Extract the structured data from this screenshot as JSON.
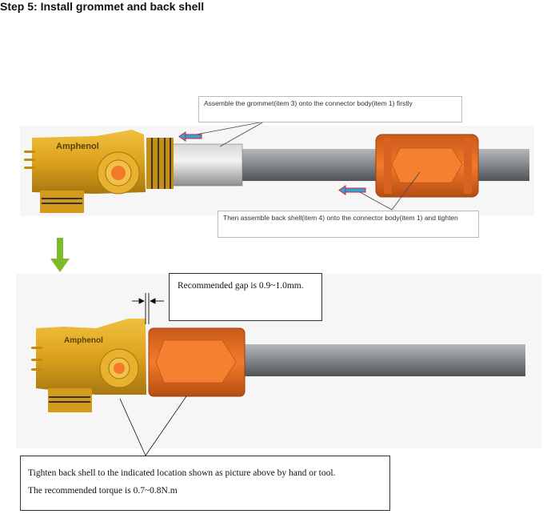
{
  "title": "Step 5: Install grommet and back shell",
  "figure1": {
    "callout_grommet": "Assemble the grommet(item 3) onto the connector body(item 1) firstly",
    "callout_backshell": "Then assemble back shell(item 4) onto the connector body(item 1) and tighten",
    "brand_logo": "Amphenol"
  },
  "figure2": {
    "gap_note": "Recommended gap is 0.9~1.0mm.",
    "tighten_note": "Tighten back shell to the indicated location shown as picture above by hand or tool.",
    "torque_note": "The recommended torque is 0.7~0.8N.m",
    "brand_logo": "Amphenol"
  },
  "colors": {
    "gold": "#d9a21a",
    "orange": "#f26f22",
    "cable": "#8a8d91",
    "arrow_blue": "#29a6e0",
    "arrow_red": "#e02020",
    "green_arrow": "#7dbb2b"
  }
}
